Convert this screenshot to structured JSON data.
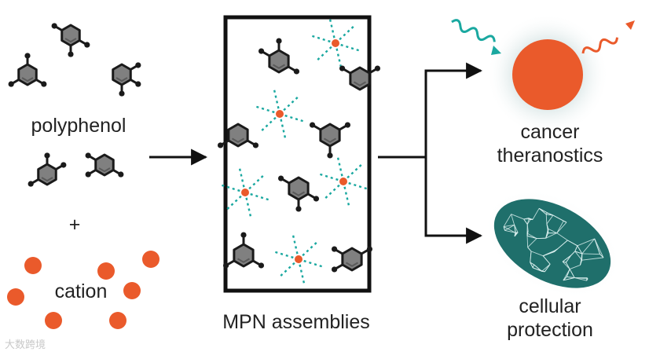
{
  "labels": {
    "polyphenol": "polyphenol",
    "plus": "+",
    "cation": "cation",
    "mpn_assemblies": "MPN assemblies",
    "cancer_line1": "cancer",
    "cancer_line2": "theranostics",
    "cellular_line1": "cellular",
    "cellular_line2": "protection",
    "watermark": "大数跨境"
  },
  "colors": {
    "ring": "#808080",
    "bond": "#1a1a1a",
    "cation": "#ea5a2b",
    "coordination": "#1aa8a0",
    "cell": "#1f6f6b",
    "wave_in": "#1aa8a0",
    "wave_out": "#ea5a2b",
    "frame": "#111111"
  },
  "icons": [
    "polyphenol-molecule-icon",
    "cation-ion-icon",
    "arrow-icon",
    "nanoparticle-icon",
    "cell-icon",
    "incoming-wave-icon",
    "outgoing-wave-icon"
  ]
}
